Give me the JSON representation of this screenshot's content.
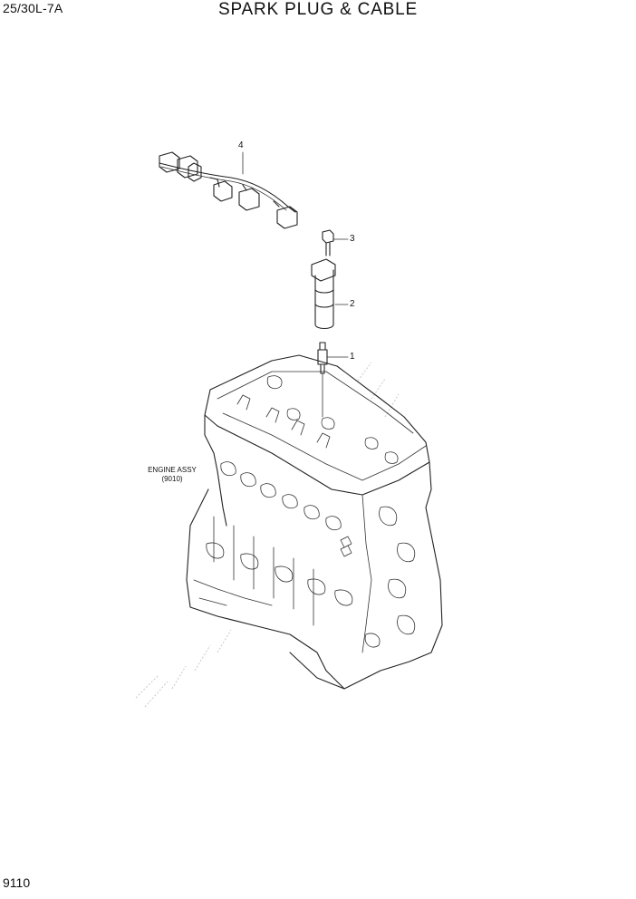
{
  "header": {
    "model_code": "25/30L-7A",
    "title": "SPARK PLUG & CABLE"
  },
  "footer": {
    "page_number": "9110"
  },
  "callouts": {
    "c1": "1",
    "c2": "2",
    "c3": "3",
    "c4": "4"
  },
  "engine": {
    "label": "ENGINE ASSY",
    "ref": "(9010)"
  }
}
